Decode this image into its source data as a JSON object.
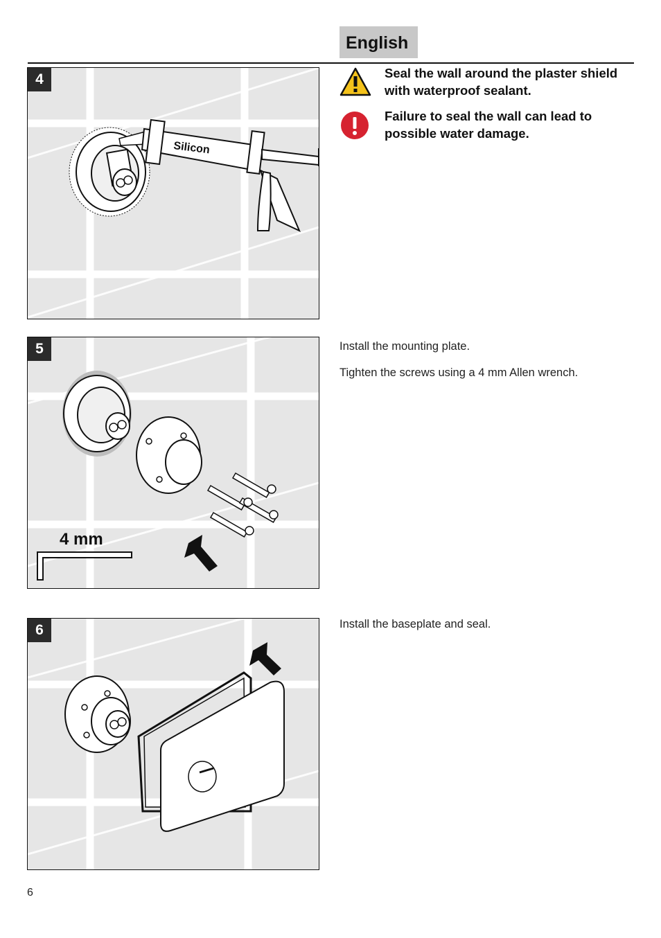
{
  "header": {
    "language": "English"
  },
  "steps": [
    {
      "number": "4",
      "illustration_label": "Silicon"
    },
    {
      "number": "5",
      "tool_label": "4 mm"
    },
    {
      "number": "6"
    }
  ],
  "warnings": [
    {
      "icon": "warning-triangle-icon",
      "text": "Seal the wall around the plaster shield with waterproof sealant."
    },
    {
      "icon": "exclamation-circle-icon",
      "text": "Failure to seal the wall can lead to possible water damage."
    }
  ],
  "instructions": {
    "step5": [
      "Install the mounting plate.",
      "Tighten the screws using a 4 mm Allen wrench."
    ],
    "step6": [
      "Install the baseplate and seal."
    ]
  },
  "footer": {
    "page_number": "6"
  },
  "colors": {
    "warning_yellow": "#f4c21b",
    "danger_red": "#d62230",
    "tile_gray": "#e6e6e6",
    "step_badge": "#2b2b2b"
  }
}
